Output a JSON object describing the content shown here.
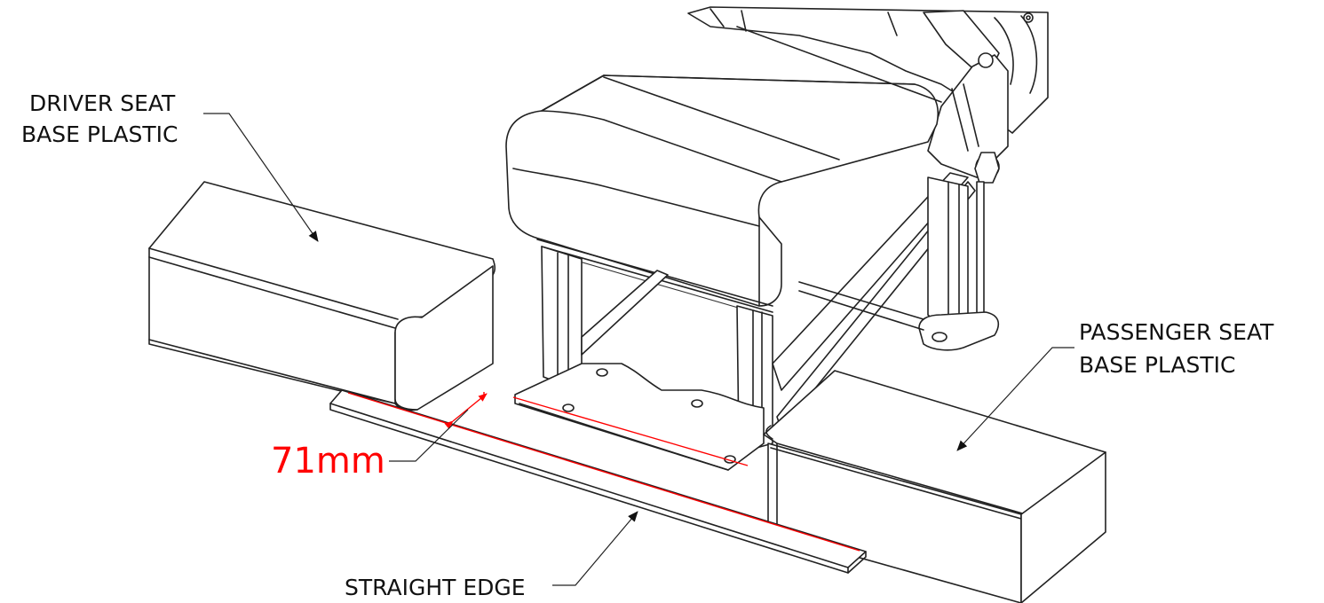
{
  "labels": {
    "driver_line1": "DRIVER SEAT",
    "driver_line2": "BASE PLASTIC",
    "passenger_line1": "PASSENGER SEAT",
    "passenger_line2": "BASE PLASTIC",
    "straight_edge": "STRAIGHT EDGE",
    "dimension": "71mm"
  },
  "colors": {
    "dimension": "#ff0000",
    "line": "#222222",
    "background": "#ffffff"
  }
}
